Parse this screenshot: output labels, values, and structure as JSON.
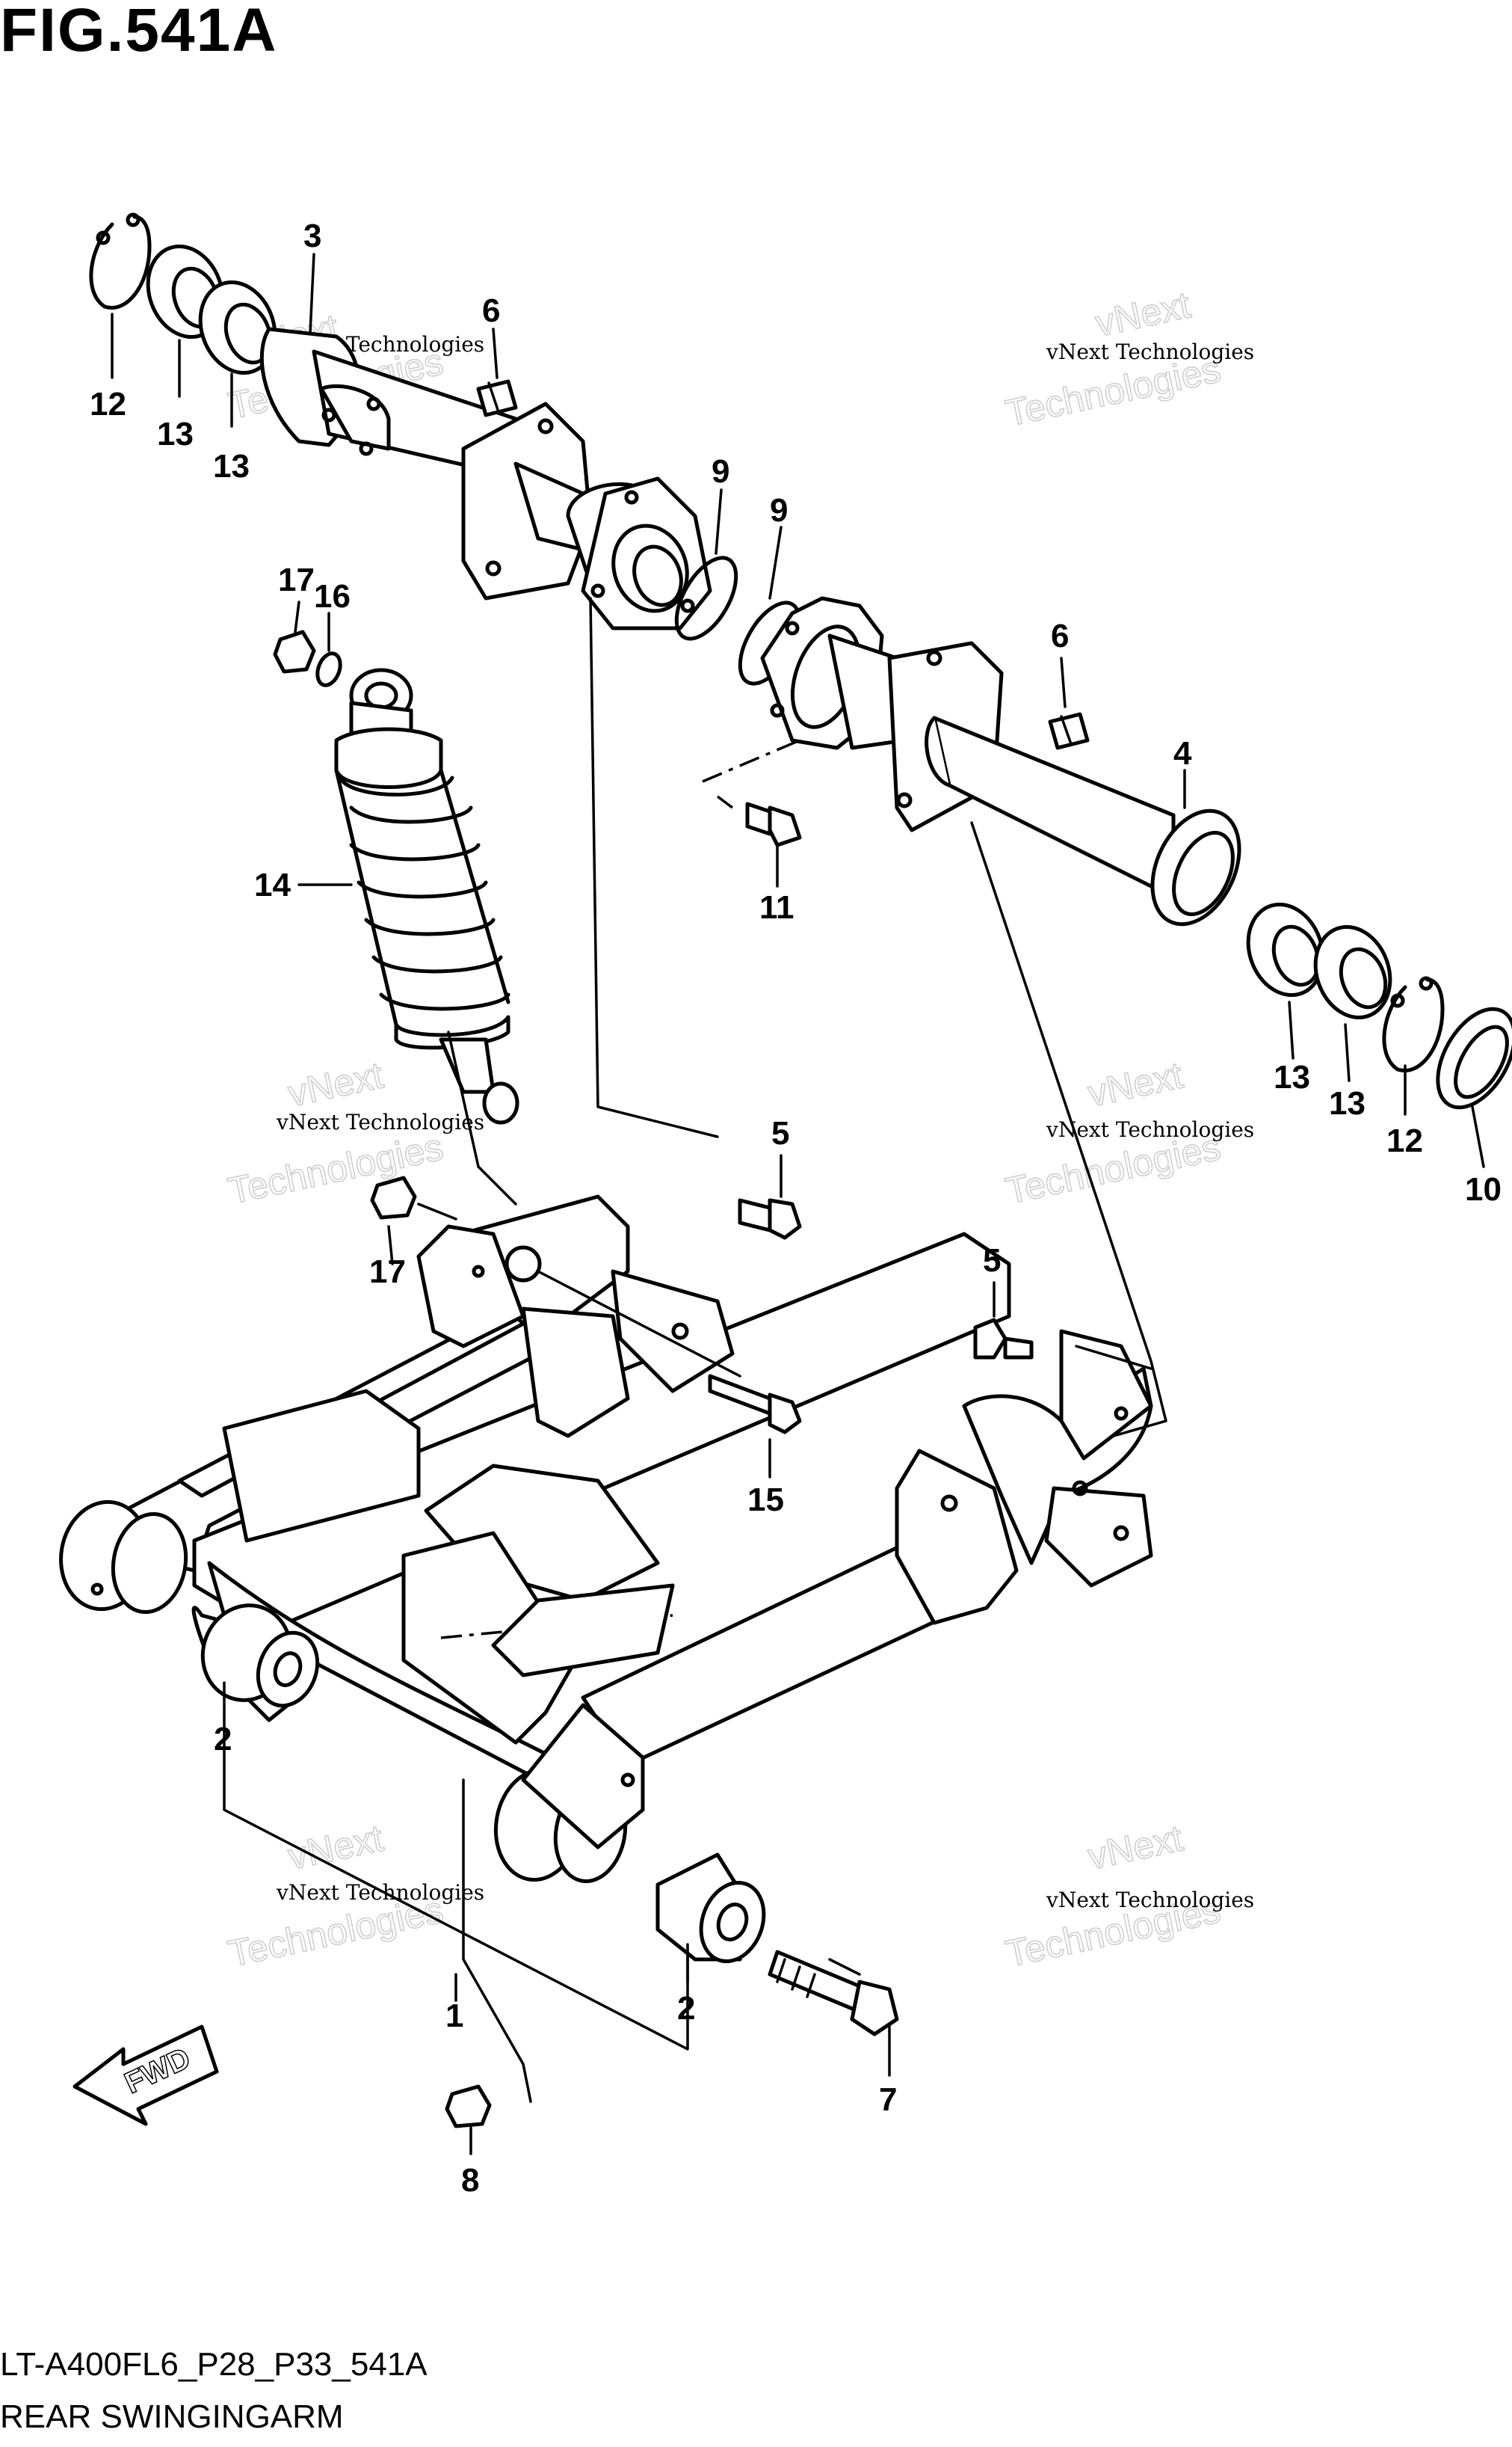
{
  "figure": {
    "title": "FIG.541A",
    "code": "LT-A400FL6_P28_P33_541A",
    "name": "REAR SWINGINGARM"
  },
  "watermark": {
    "small": "vNext Technologies",
    "big_top": "vNext",
    "big_bottom": "Technologies"
  },
  "direction_label": "FWD",
  "callouts": [
    "1",
    "2",
    "2",
    "3",
    "4",
    "5",
    "5",
    "6",
    "6",
    "7",
    "8",
    "9",
    "9",
    "10",
    "11",
    "12",
    "12",
    "13",
    "13",
    "13",
    "13",
    "14",
    "15",
    "16",
    "17",
    "17"
  ]
}
